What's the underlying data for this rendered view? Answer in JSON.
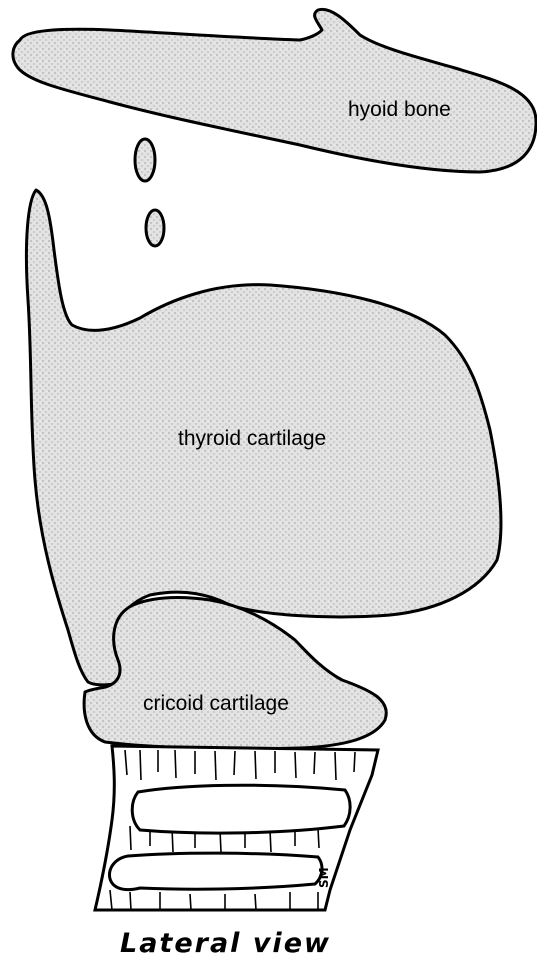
{
  "labels": {
    "hyoid": "hyoid bone",
    "thyroid": "thyroid cartilage",
    "cricoid": "cricoid cartilage"
  },
  "caption": "Lateral view",
  "signature": "SM"
}
